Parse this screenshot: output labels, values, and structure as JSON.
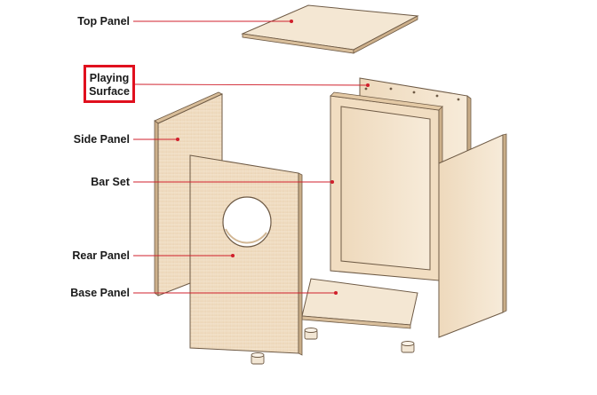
{
  "diagram": {
    "labels": {
      "top_panel": "Top Panel",
      "playing_surface_line1": "Playing",
      "playing_surface_line2": "Surface",
      "side_panel": "Side Panel",
      "bar_set": "Bar Set",
      "rear_panel": "Rear Panel",
      "base_panel": "Base Panel"
    },
    "colors": {
      "wood_light": "#f3e3cb",
      "wood_mid": "#ecd6b8",
      "wood_edge": "#c9ad88",
      "outline": "#6e5a45",
      "leader_line": "#d0202c",
      "highlight": "#e0101e"
    }
  }
}
